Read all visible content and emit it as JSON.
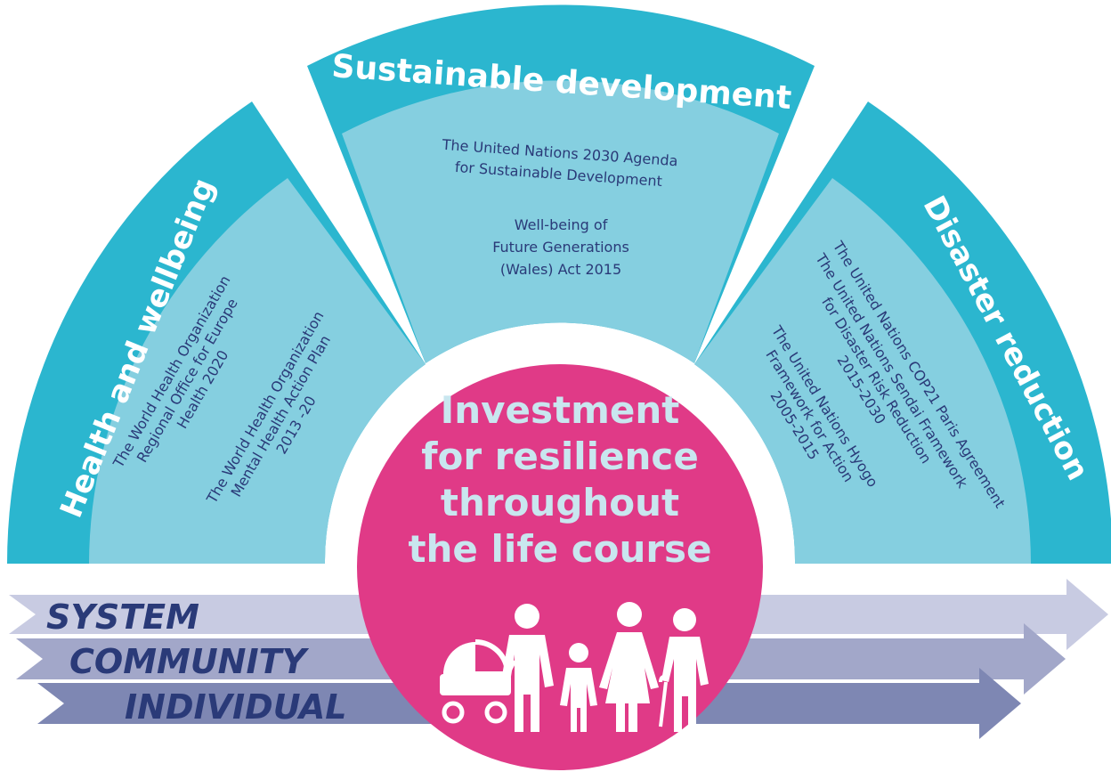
{
  "sectors": [
    {
      "title": "Health and wellbeing",
      "documents": [
        [
          "The World Health Organization",
          "Regional Office for Europe",
          "Health 2020"
        ],
        [
          "The World Health Organization",
          "Mental Health Action Plan",
          "2013 -20"
        ]
      ]
    },
    {
      "title": "Sustainable development",
      "documents": [
        [
          "The United Nations 2030 Agenda",
          "for Sustainable Development"
        ],
        [
          "Well-being of",
          "Future Generations",
          "(Wales) Act 2015"
        ]
      ]
    },
    {
      "title": "Disaster reduction",
      "documents": [
        [
          "The United Nations COP21 Paris Agreement"
        ],
        [
          "The United Nations Sendai Framework",
          "for Disaster Risk Reduction",
          "2015-2030"
        ],
        [
          "The United Nations Hyogo",
          "Framework for Action",
          "2005-2015"
        ]
      ]
    }
  ],
  "center": {
    "lines": [
      "Investment",
      "for resilience",
      "throughout",
      "the life course"
    ],
    "icon": "family-icon"
  },
  "levels": [
    "SYSTEM",
    "COMMUNITY",
    "INDIVIDUAL"
  ],
  "colors": {
    "sector_band": "#2bb6cf",
    "sector_inner": "#85cfe0",
    "center_circle": "#e03a87",
    "center_text": "#c9e6ef",
    "document_text": "#2a3a78",
    "arrow_system": "#c8cbe2",
    "arrow_community": "#a2a7c9",
    "arrow_individual": "#7e87b3"
  }
}
